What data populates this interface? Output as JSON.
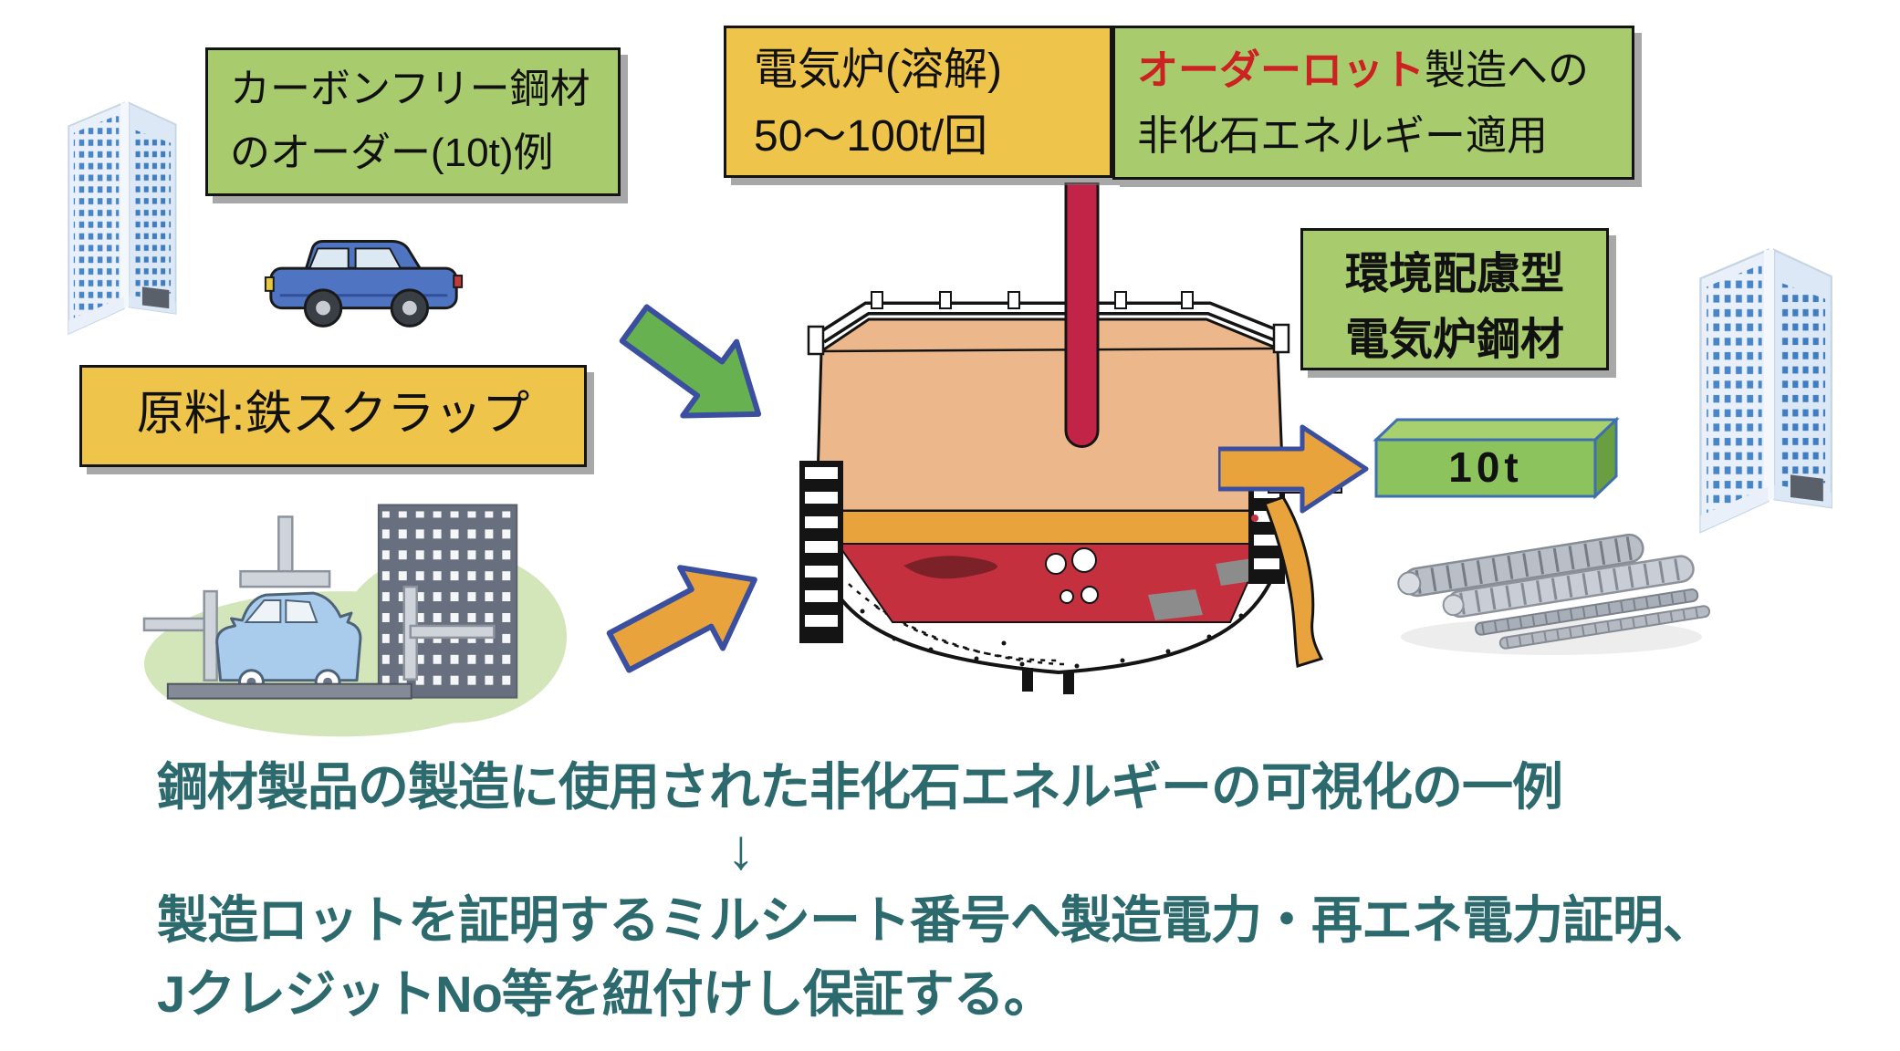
{
  "colors": {
    "green_box_bg": "#a8cb6d",
    "yellow_box_bg": "#eec44a",
    "box_border": "#141414",
    "highlight_red_text": "#cc2222",
    "caption_teal_text": "#2c6a6e",
    "green_arrow_fill": "#68b151",
    "orange_arrow_fill": "#e9a33d",
    "arrow_outline_blue": "#3a4f9f",
    "furnace_body": "#ecb78a",
    "molten_steel_red": "#c5303e",
    "electrode_red": "#c22447",
    "ingot_green": "#8cc35c"
  },
  "boxes": {
    "order_example": {
      "text": "カーボンフリー鋼材\nのオーダー(10t)例"
    },
    "furnace": {
      "text": "電気炉(溶解)\n50〜100t/回"
    },
    "nonfossil": {
      "highlight": "オーダーロット",
      "rest": "製造への\n非化石エネルギー適用"
    },
    "eco_steel": {
      "text": "環境配慮型\n電気炉鋼材"
    },
    "raw_material": {
      "text": "原料:鉄スクラップ"
    }
  },
  "ingot": {
    "label": "10t"
  },
  "caption": {
    "line1": "鋼材製品の製造に使用された非化石エネルギーの可視化の一例",
    "arrow": "↓",
    "rest": "製造ロットを証明するミルシート番号へ製造電力・再エネ電力証明、\nJクレジットNo等を紐付けし保証する。"
  },
  "illustrations": {
    "left_building": "office-building",
    "right_building": "office-building",
    "car": "blue-car",
    "scrap_yard": "car-scrap-press",
    "furnace": "electric-arc-furnace-cross-section",
    "ingot": "steel-ingot-3d",
    "rebar": "steel-rebar-bundle"
  }
}
